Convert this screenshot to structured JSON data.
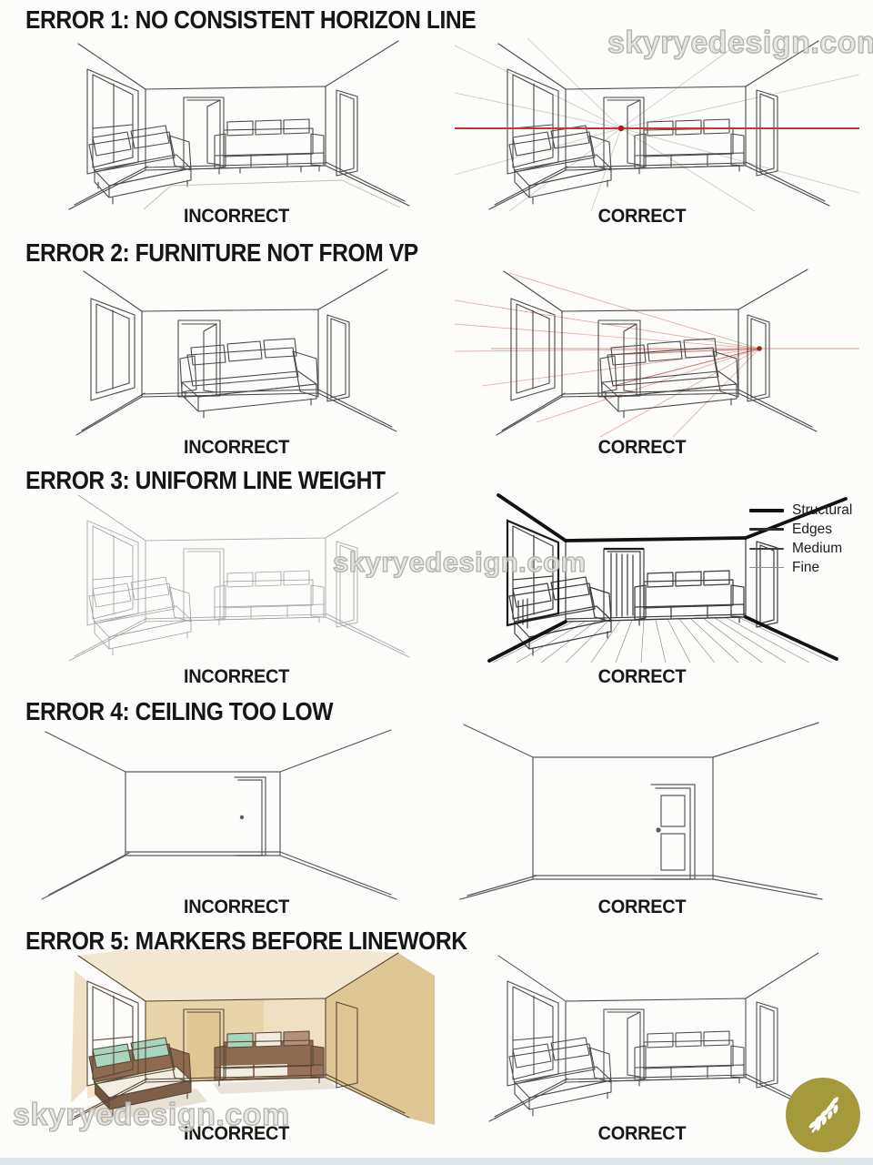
{
  "page": {
    "background": "#fcfcfa"
  },
  "watermark": {
    "text": "skyryedesign.com"
  },
  "logo": {
    "name": "wheat-badge",
    "color": "#a59a3b",
    "glyph_color": "#ffffff"
  },
  "colors": {
    "heading_text": "#161616",
    "sketch_line": "#4a4a4a",
    "horizon_red": "#c4392e",
    "vanishing_point": "#9f2318",
    "construction_gray": "#ccc6c4",
    "construction_pink": "#e2aba4",
    "structural_black": "#121212",
    "marker_tan": "#e6cfa0",
    "marker_brown": "#8d6a50",
    "marker_teal": "#a9d4bd"
  },
  "sections": [
    {
      "heading": "ERROR 1: NO CONSISTENT HORIZON LINE",
      "incorrect_label": "INCORRECT",
      "correct_label": "CORRECT"
    },
    {
      "heading": "ERROR 2: FURNITURE NOT FROM VP",
      "incorrect_label": "INCORRECT",
      "correct_label": "CORRECT"
    },
    {
      "heading": "ERROR 3: UNIFORM LINE WEIGHT",
      "incorrect_label": "INCORRECT",
      "correct_label": "CORRECT",
      "legend": [
        {
          "label": "Structural"
        },
        {
          "label": "Edges"
        },
        {
          "label": "Medium"
        },
        {
          "label": "Fine"
        }
      ]
    },
    {
      "heading": "ERROR 4: CEILING TOO LOW",
      "incorrect_label": "INCORRECT",
      "correct_label": "CORRECT"
    },
    {
      "heading": "ERROR 5: MARKERS BEFORE LINEWORK",
      "incorrect_label": "INCORRECT",
      "correct_label": "CORRECT"
    }
  ]
}
